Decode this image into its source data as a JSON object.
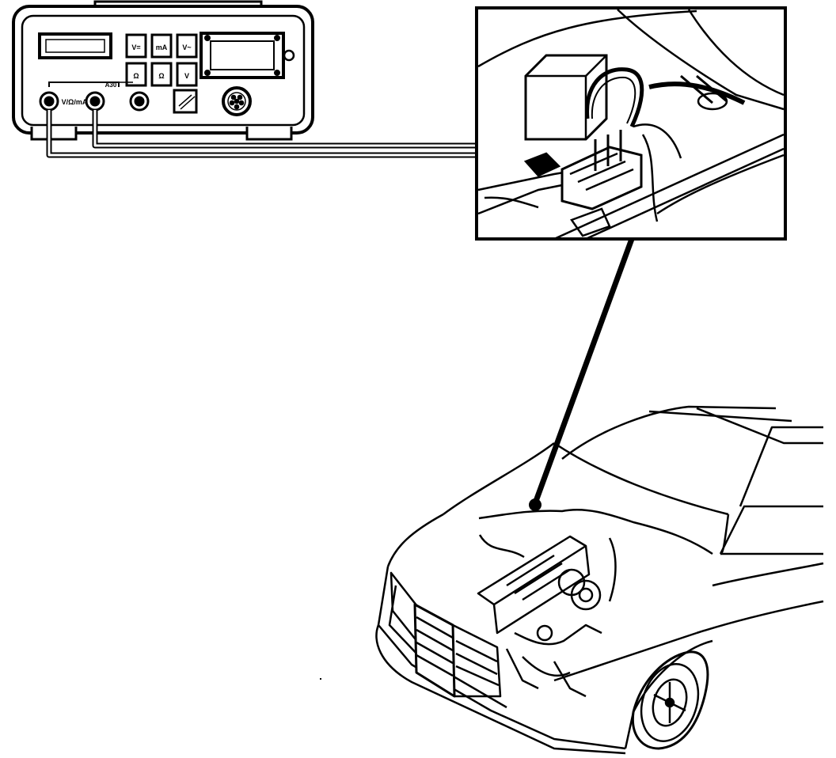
{
  "tester": {
    "socket_label": "V/Ω/mA",
    "range_label": "A30",
    "keys": [
      "V=",
      "mA",
      "V~",
      "Ω",
      "Ω",
      "V"
    ]
  },
  "colors": {
    "ink": "#000000",
    "paper": "#ffffff",
    "shade": "#d9d9d9"
  },
  "icons": [
    "multimeter-icon",
    "connector-plug-icon",
    "car-icon",
    "wheel-icon",
    "grille-icon"
  ]
}
